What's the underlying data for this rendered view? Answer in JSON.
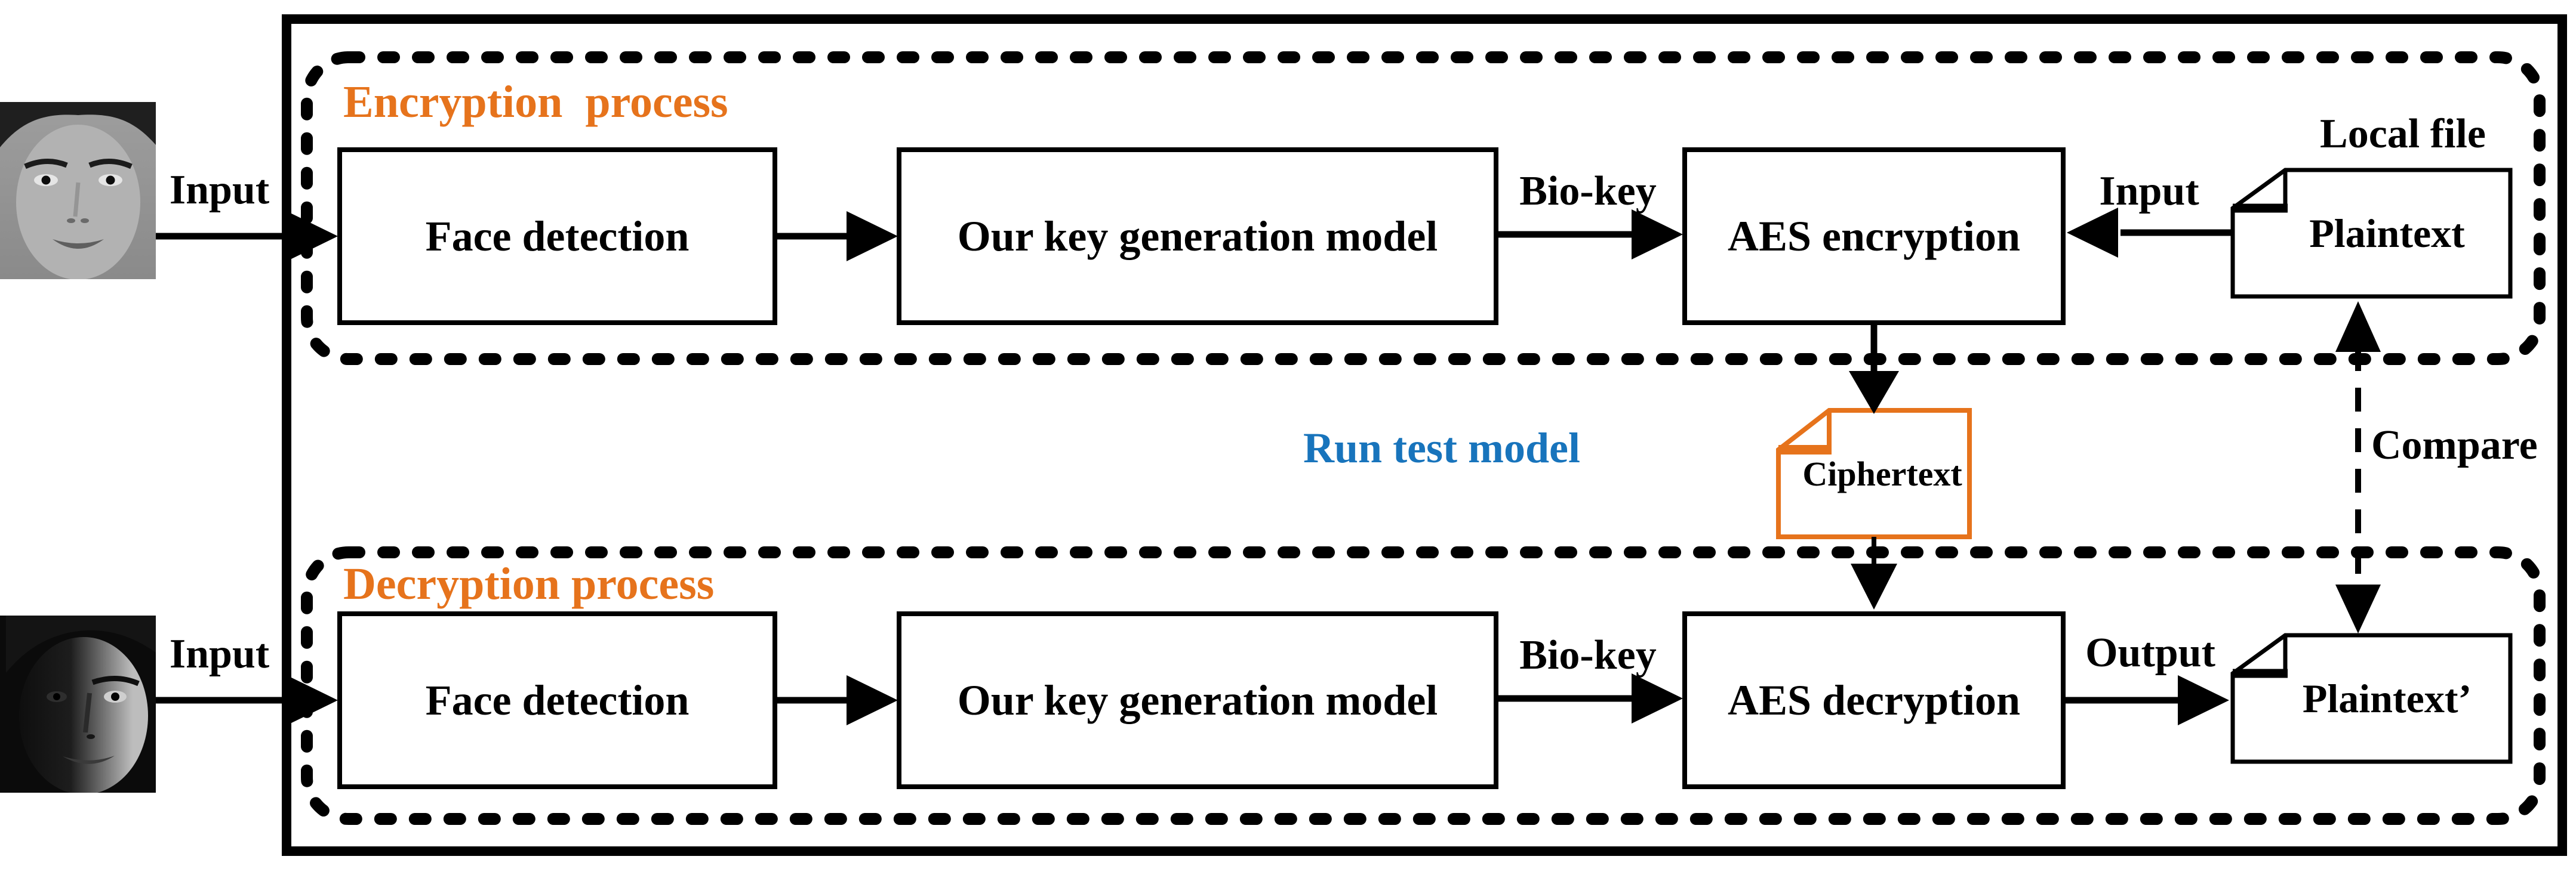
{
  "colors": {
    "accent_orange": "#E6731C",
    "accent_blue": "#1874BC",
    "line_black": "#000000",
    "background": "#FFFFFF"
  },
  "encryption_section": {
    "title": "Encryption  process",
    "input_label": "Input",
    "boxes": {
      "face_detection": "Face detection",
      "key_generation": "Our key generation model",
      "aes": "AES encryption"
    },
    "biokey_label": "Bio-key",
    "file_input_label": "Input",
    "local_file_caption": "Local file",
    "document": "Plaintext"
  },
  "decryption_section": {
    "title": "Decryption process",
    "input_label": "Input",
    "boxes": {
      "face_detection": "Face detection",
      "key_generation": "Our key generation model",
      "aes": "AES decryption"
    },
    "biokey_label": "Bio-key",
    "output_label": "Output",
    "document": "Plaintext’"
  },
  "middle": {
    "run_test_label": "Run test model",
    "ciphertext_document": "Ciphertext",
    "compare_label": "Compare"
  },
  "photos": {
    "encryption_input": "frontal-face-photo",
    "decryption_input": "shadowed-face-photo"
  }
}
